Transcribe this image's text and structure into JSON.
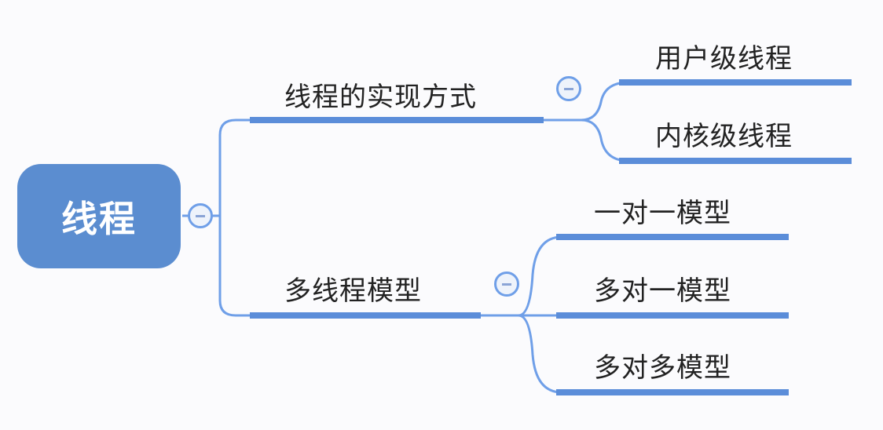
{
  "root": {
    "label": "线程"
  },
  "branches": [
    {
      "label": "线程的实现方式",
      "children": [
        "用户级线程",
        "内核级线程"
      ]
    },
    {
      "label": "多线程模型",
      "children": [
        "一对一模型",
        "多对一模型",
        "多对多模型"
      ]
    }
  ],
  "colors": {
    "root": "#5b8dd0",
    "line": "#6f9fe8",
    "underline": "#5b8dd9"
  }
}
